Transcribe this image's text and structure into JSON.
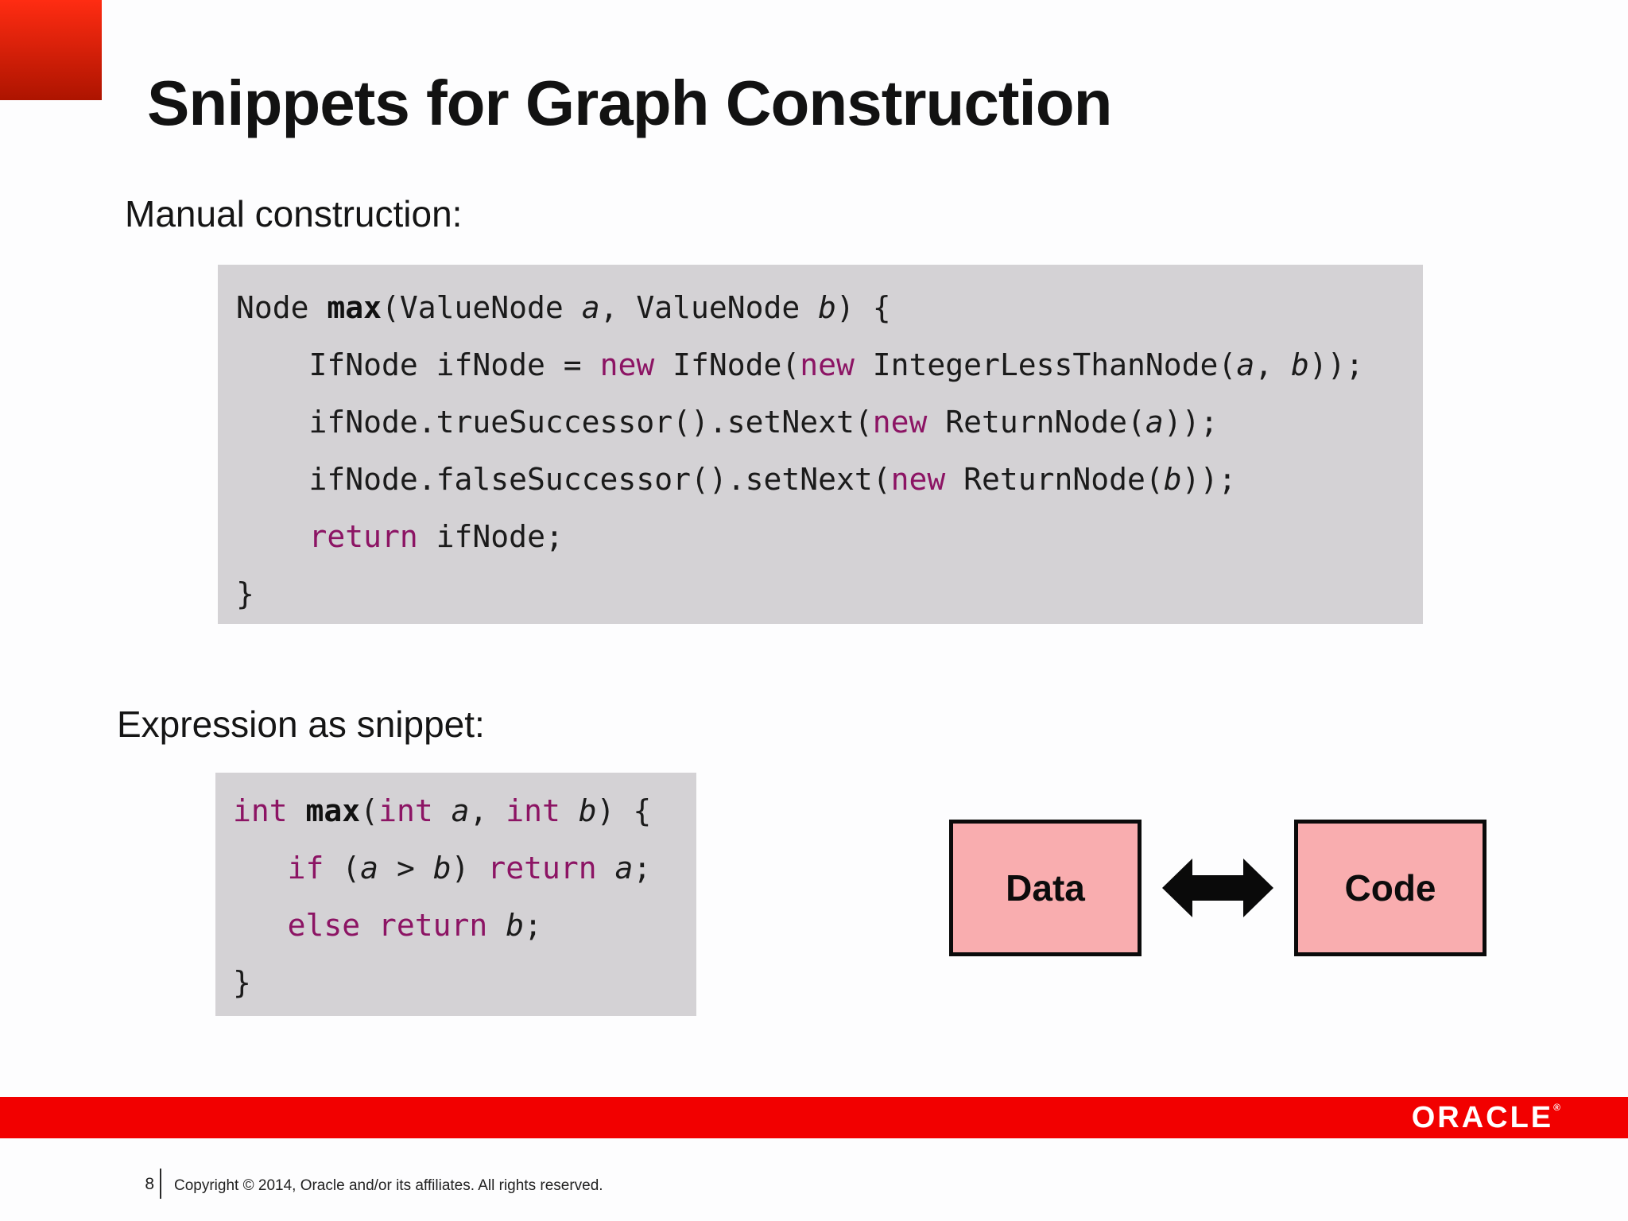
{
  "title": "Snippets for Graph Construction",
  "sections": {
    "manual_label": "Manual construction:",
    "expression_label": "Expression as snippet:"
  },
  "code_blocks": [
    {
      "name": "manual-construction-code",
      "lines": [
        [
          {
            "t": "Node ",
            "s": "p"
          },
          {
            "t": "max",
            "s": "b"
          },
          {
            "t": "(ValueNode ",
            "s": "p"
          },
          {
            "t": "a",
            "s": "i"
          },
          {
            "t": ", ValueNode ",
            "s": "p"
          },
          {
            "t": "b",
            "s": "i"
          },
          {
            "t": ") {",
            "s": "p"
          }
        ],
        [
          {
            "t": "    IfNode ifNode = ",
            "s": "p"
          },
          {
            "t": "new",
            "s": "k"
          },
          {
            "t": " IfNode(",
            "s": "p"
          },
          {
            "t": "new",
            "s": "k"
          },
          {
            "t": " IntegerLessThanNode(",
            "s": "p"
          },
          {
            "t": "a",
            "s": "i"
          },
          {
            "t": ", ",
            "s": "p"
          },
          {
            "t": "b",
            "s": "i"
          },
          {
            "t": "));",
            "s": "p"
          }
        ],
        [
          {
            "t": "    ifNode.trueSuccessor().setNext(",
            "s": "p"
          },
          {
            "t": "new",
            "s": "k"
          },
          {
            "t": " ReturnNode(",
            "s": "p"
          },
          {
            "t": "a",
            "s": "i"
          },
          {
            "t": "));",
            "s": "p"
          }
        ],
        [
          {
            "t": "    ifNode.falseSuccessor().setNext(",
            "s": "p"
          },
          {
            "t": "new",
            "s": "k"
          },
          {
            "t": " ReturnNode(",
            "s": "p"
          },
          {
            "t": "b",
            "s": "i"
          },
          {
            "t": "));",
            "s": "p"
          }
        ],
        [
          {
            "t": "    ",
            "s": "p"
          },
          {
            "t": "return",
            "s": "k"
          },
          {
            "t": " ifNode;",
            "s": "p"
          }
        ],
        [
          {
            "t": "}",
            "s": "p"
          }
        ]
      ]
    },
    {
      "name": "expression-snippet-code",
      "lines": [
        [
          {
            "t": "int",
            "s": "k"
          },
          {
            "t": " ",
            "s": "p"
          },
          {
            "t": "max",
            "s": "b"
          },
          {
            "t": "(",
            "s": "p"
          },
          {
            "t": "int",
            "s": "k"
          },
          {
            "t": " ",
            "s": "p"
          },
          {
            "t": "a",
            "s": "i"
          },
          {
            "t": ", ",
            "s": "p"
          },
          {
            "t": "int",
            "s": "k"
          },
          {
            "t": " ",
            "s": "p"
          },
          {
            "t": "b",
            "s": "i"
          },
          {
            "t": ") {",
            "s": "p"
          }
        ],
        [
          {
            "t": "   ",
            "s": "p"
          },
          {
            "t": "if",
            "s": "k"
          },
          {
            "t": " (",
            "s": "p"
          },
          {
            "t": "a",
            "s": "i"
          },
          {
            "t": " > ",
            "s": "p"
          },
          {
            "t": "b",
            "s": "i"
          },
          {
            "t": ") ",
            "s": "p"
          },
          {
            "t": "return",
            "s": "k"
          },
          {
            "t": " ",
            "s": "p"
          },
          {
            "t": "a",
            "s": "i"
          },
          {
            "t": ";",
            "s": "p"
          }
        ],
        [
          {
            "t": "   ",
            "s": "p"
          },
          {
            "t": "else",
            "s": "k"
          },
          {
            "t": " ",
            "s": "p"
          },
          {
            "t": "return",
            "s": "k"
          },
          {
            "t": " ",
            "s": "p"
          },
          {
            "t": "b",
            "s": "i"
          },
          {
            "t": ";",
            "s": "p"
          }
        ],
        [
          {
            "t": "}",
            "s": "p"
          }
        ]
      ]
    }
  ],
  "diagram": {
    "left_box_label": "Data",
    "right_box_label": "Code",
    "arrow_icon": "double-arrow-icon"
  },
  "footer": {
    "page_number": "8",
    "copyright": "Copyright © 2014, Oracle and/or its affiliates. All rights reserved.",
    "logo_text": "ORACLE",
    "registered_mark": "®"
  },
  "colors": {
    "accent_red": "#f20000",
    "corner_gradient_top": "#ff2c12",
    "corner_gradient_bottom": "#ad1400",
    "code_background": "#d4d2d5",
    "keyword_magenta": "#8c1464",
    "box_pink": "#f9adaf"
  }
}
